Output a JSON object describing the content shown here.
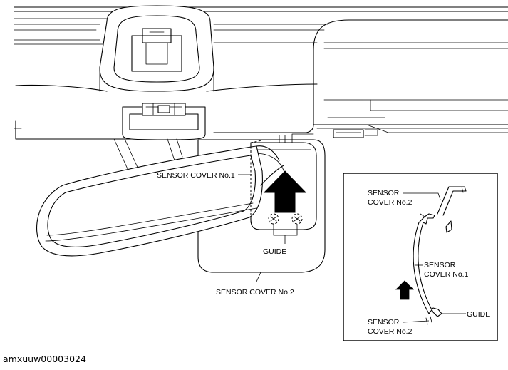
{
  "main_view": {
    "labels": {
      "sensor_cover_no1": "SENSOR COVER No.1",
      "guide": "GUIDE",
      "sensor_cover_no2": "SENSOR COVER No.2"
    }
  },
  "detail_view": {
    "labels": {
      "sensor_cover_no2_top_line1": "SENSOR",
      "sensor_cover_no2_top_line2": "COVER No.2",
      "sensor_cover_no1_line1": "SENSOR",
      "sensor_cover_no1_line2": "COVER No.1",
      "guide": "GUIDE",
      "sensor_cover_no2_bottom_line1": "SENSOR",
      "sensor_cover_no2_bottom_line2": "COVER No.2"
    }
  },
  "document_id": "amxuuw00003024"
}
